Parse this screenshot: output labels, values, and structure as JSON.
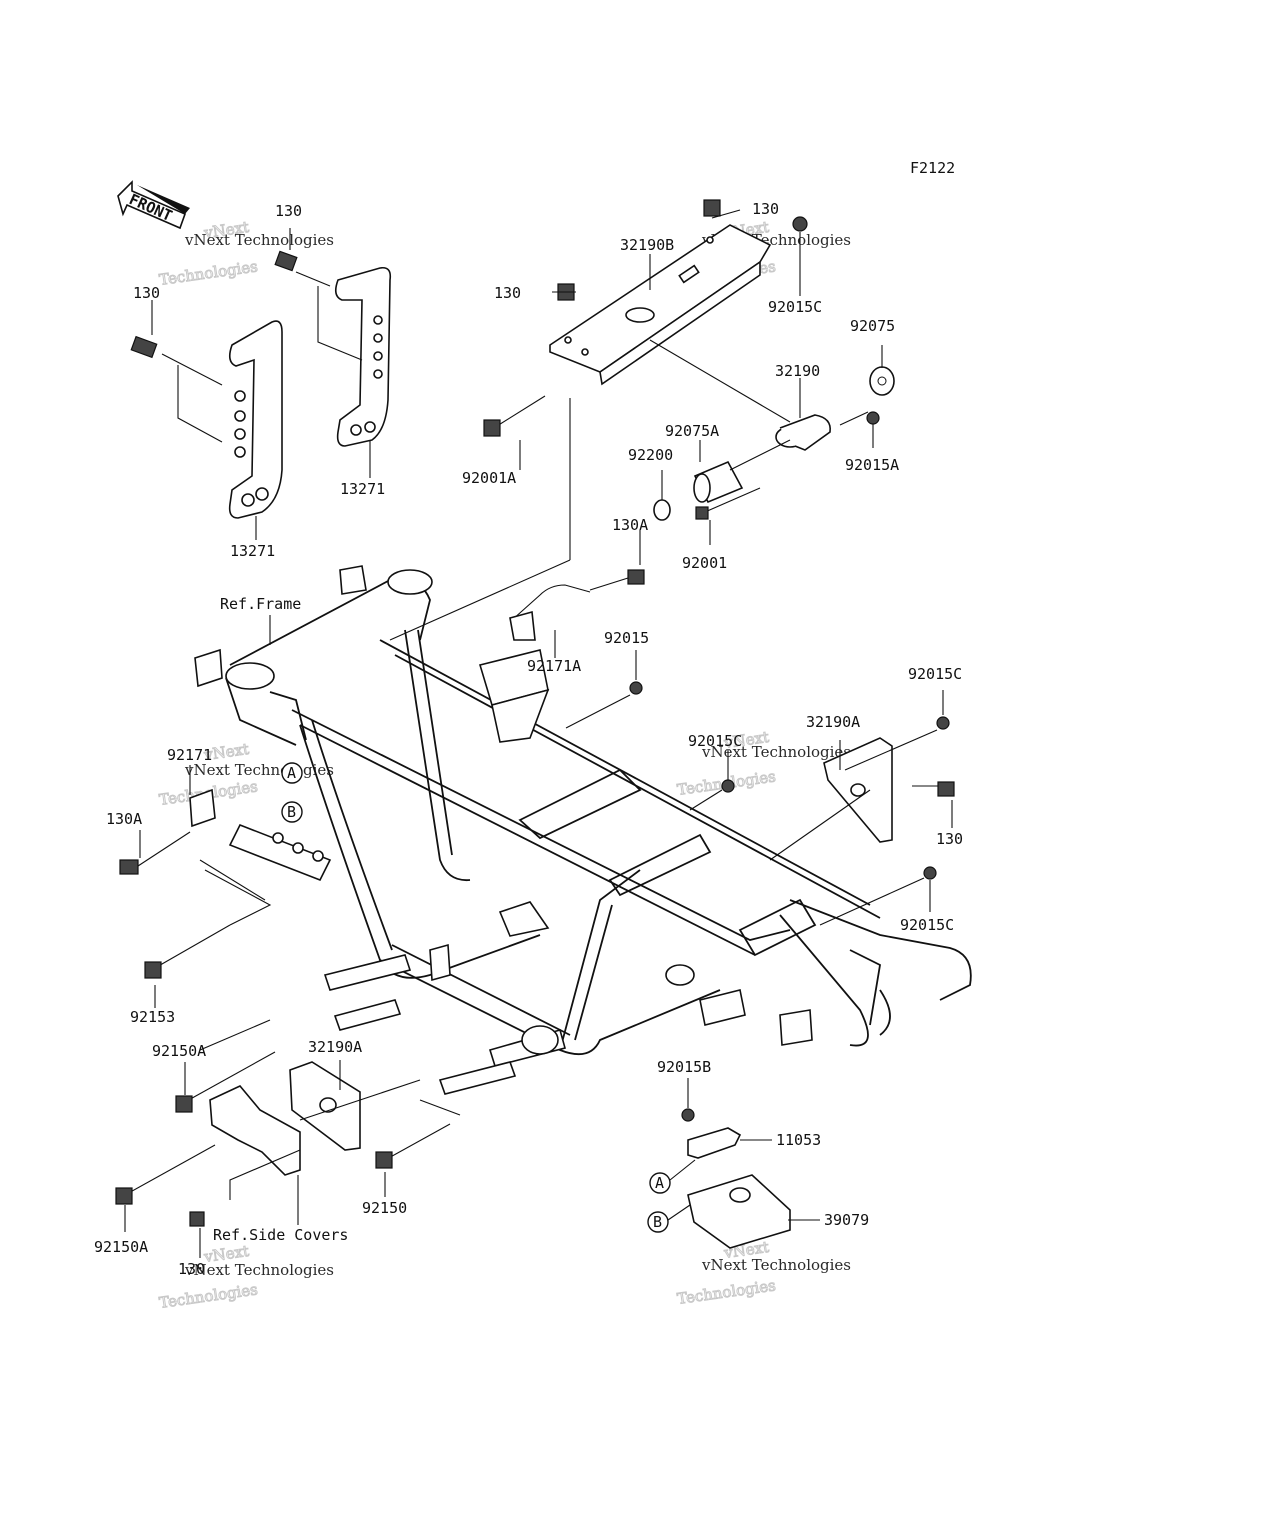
{
  "diagram_code": "F2122",
  "front_arrow_label": "FRONT",
  "reference_labels": {
    "frame": "Ref.Frame",
    "side_covers": "Ref.Side Covers"
  },
  "watermark": {
    "brand": "vNext",
    "word": "Technologies",
    "line": "vNext Technologies"
  },
  "callouts": {
    "a": "A",
    "b": "B"
  },
  "parts": {
    "p130_top_left": "130",
    "p130_left": "130",
    "p13271_right": "13271",
    "p13271_left": "13271",
    "p130_top_right": "130",
    "p32190B": "32190B",
    "p130_mid": "130",
    "p92015C_top": "92015C",
    "p92075": "92075",
    "p32190": "32190",
    "p92075A": "92075A",
    "p92200": "92200",
    "p92015A": "92015A",
    "p92001A": "92001A",
    "p130A_mid": "130A",
    "p92001": "92001",
    "p92015": "92015",
    "p92171A": "92171A",
    "p92015C_right": "92015C",
    "p32190A_right": "32190A",
    "p92015C_mid": "92015C",
    "p92171_left": "92171",
    "p130A_left": "130A",
    "p130_right": "130",
    "p92015C_lower": "92015C",
    "p92153": "92153",
    "p92150A_top": "92150A",
    "p32190A_lower": "32190A",
    "p92150": "92150",
    "p92150A_bottom": "92150A",
    "p130_bottom": "130",
    "p92015B": "92015B",
    "p11053": "11053",
    "p39079": "39079"
  }
}
